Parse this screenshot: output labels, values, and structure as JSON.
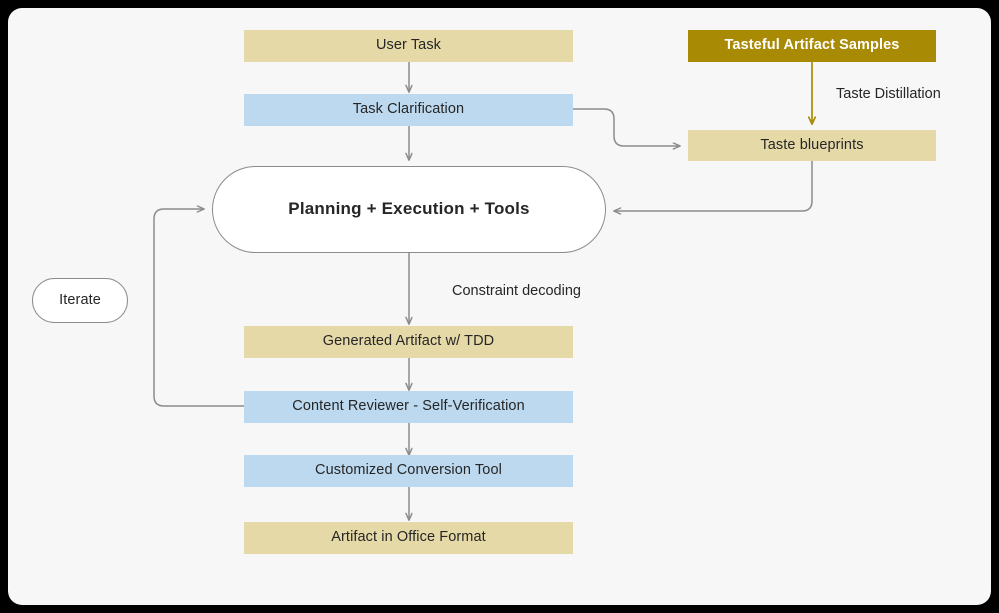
{
  "diagram": {
    "title_present": false,
    "background_color": "#000000",
    "card_color": "#f7f7f8",
    "colors": {
      "tan": "#e6d9a8",
      "blue": "#bcd9ef",
      "gold": "#a98a05",
      "edge_gray": "#8c8c8c",
      "text": "#262626",
      "gold_arrow": "#a98a05"
    },
    "nodes": [
      {
        "id": "user-task",
        "label": "User Task",
        "style": "tan"
      },
      {
        "id": "task-clarification",
        "label": "Task Clarification",
        "style": "blue"
      },
      {
        "id": "hub",
        "label": "Planning + Execution + Tools",
        "style": "hub"
      },
      {
        "id": "iterate",
        "label": "Iterate",
        "style": "pill"
      },
      {
        "id": "generated-artifact",
        "label": "Generated Artifact w/ TDD",
        "style": "tan"
      },
      {
        "id": "content-reviewer",
        "label": "Content Reviewer - Self-Verification",
        "style": "blue"
      },
      {
        "id": "conversion-tool",
        "label": "Customized Conversion Tool",
        "style": "blue"
      },
      {
        "id": "artifact-office",
        "label": "Artifact in Office Format",
        "style": "tan"
      },
      {
        "id": "tasteful-samples",
        "label": "Tasteful Artifact Samples",
        "style": "gold"
      },
      {
        "id": "taste-blueprints",
        "label": "Taste blueprints",
        "style": "tanlite"
      }
    ],
    "edge_labels": [
      {
        "id": "taste-distillation",
        "label": "Taste Distillation"
      },
      {
        "id": "constraint-decoding",
        "label": "Constraint decoding"
      }
    ]
  }
}
